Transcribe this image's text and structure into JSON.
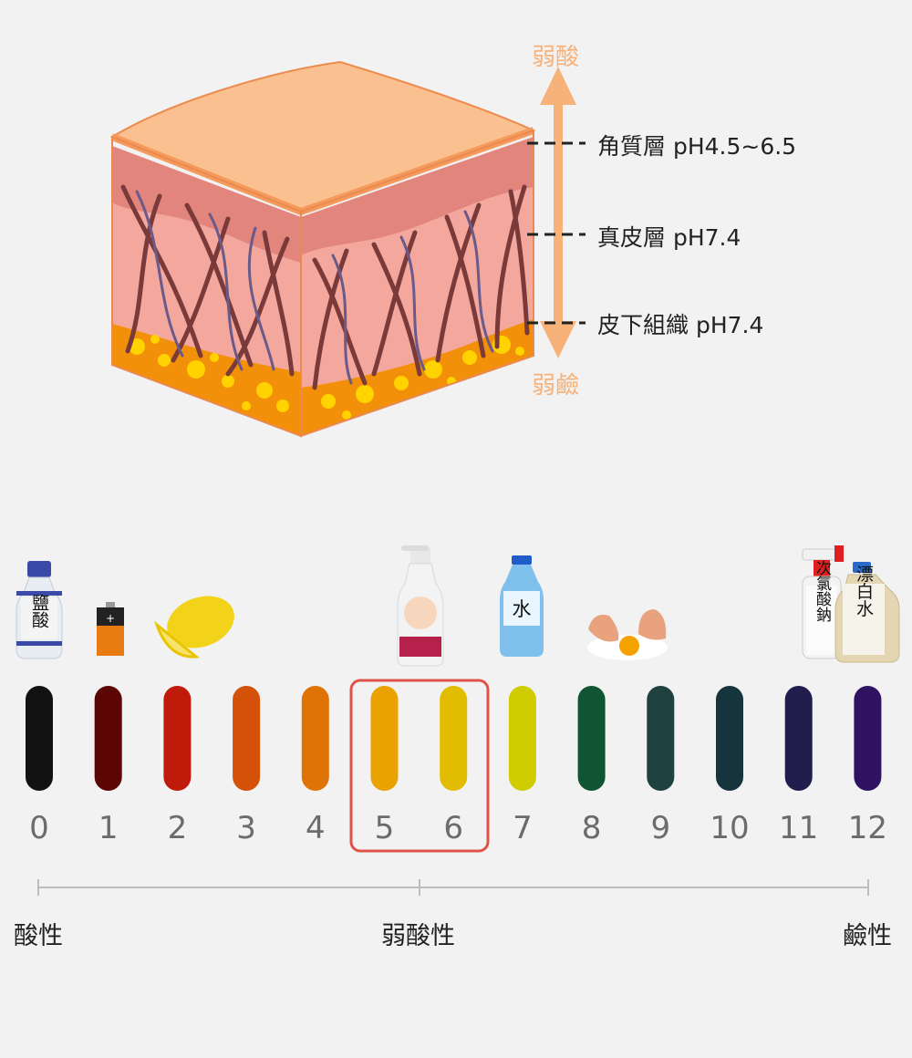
{
  "skin_arrow": {
    "top_label": "弱酸",
    "bottom_label": "弱鹼",
    "color": "#f7b27a"
  },
  "skin_layers": [
    {
      "label": "角質層 pH4.5~6.5"
    },
    {
      "label": "真皮層 pH7.4"
    },
    {
      "label": "皮下組織 pH7.4"
    }
  ],
  "items": {
    "hydrochloric_acid_label": "鹽酸",
    "water_label": "水",
    "hypochlorite_label": "次氯酸鈉",
    "bleach_label": "漂白水"
  },
  "ph_scale": {
    "numbers": [
      "0",
      "1",
      "2",
      "3",
      "4",
      "5",
      "6",
      "7",
      "8",
      "9",
      "10",
      "11",
      "12"
    ],
    "colors": [
      "#121212",
      "#5c0505",
      "#bf1a0a",
      "#d4510a",
      "#e07306",
      "#eaa200",
      "#e2bc00",
      "#cfcc00",
      "#0f5531",
      "#1f4140",
      "#16343c",
      "#211e4e",
      "#2f1261"
    ],
    "highlight": {
      "from": "5",
      "to": "6",
      "color": "#e05248"
    },
    "labels": {
      "acidic": "酸性",
      "weak_acidic": "弱酸性",
      "alkaline": "鹼性"
    }
  }
}
